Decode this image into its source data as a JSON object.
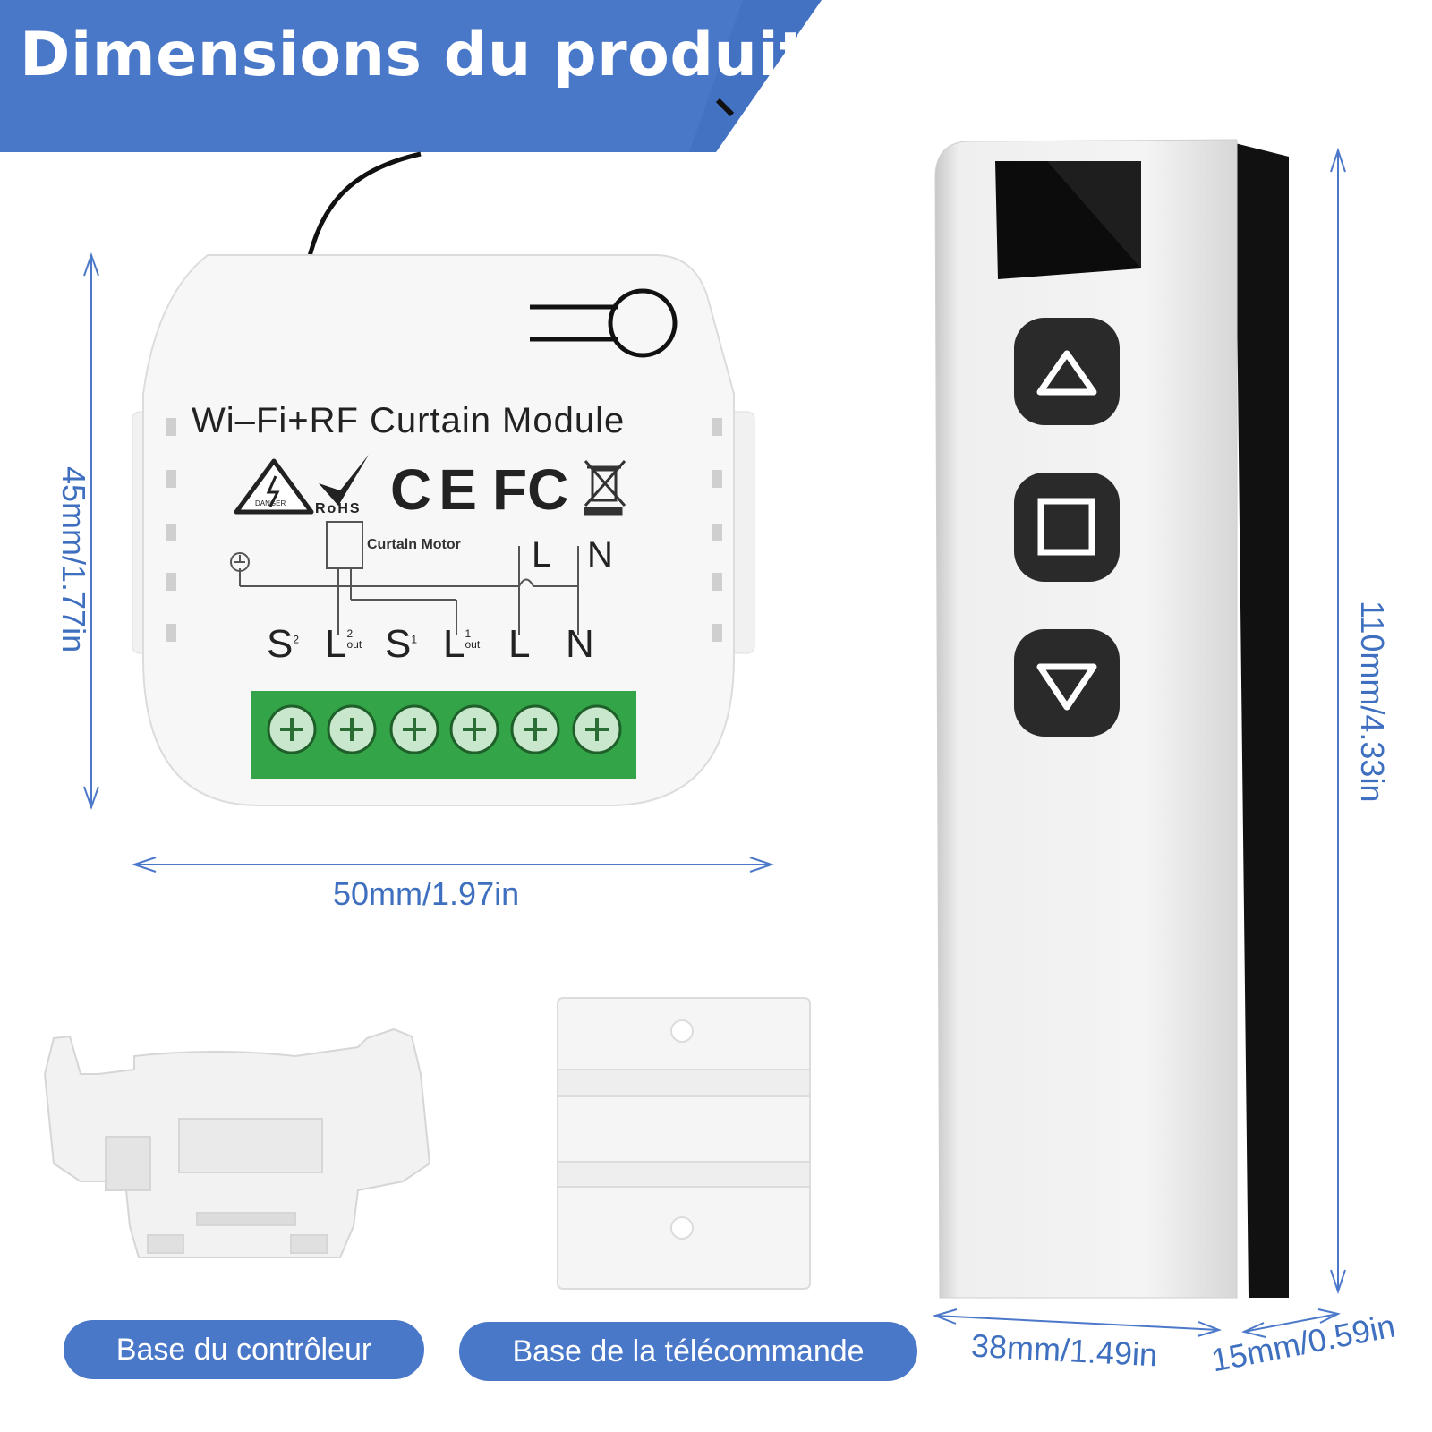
{
  "banner": {
    "title": "Dimensions du produit",
    "color": "#4a78c9"
  },
  "module": {
    "title": "Wi–Fi+RF Curtain Module",
    "rohs": "RoHS",
    "ce": "CE",
    "fcc": "FC",
    "danger": "DANGER",
    "motor_label": "Curtaln Motor",
    "l_label": "L",
    "n_label": "N",
    "terminals": [
      "S",
      "L",
      "S",
      "L",
      "L",
      "N"
    ],
    "terminal_sups": [
      "2",
      "2",
      "1",
      "1"
    ],
    "terminal_subs": [
      "out",
      "out"
    ],
    "terminal_color": "#3aa84a"
  },
  "dimensions": {
    "module_height": "45mm/1.77in",
    "module_width": "50mm/1.97in",
    "remote_height": "110mm/4.33in",
    "remote_width": "38mm/1.49in",
    "remote_depth": "15mm/0.59in",
    "line_color": "#3f6fbf"
  },
  "remote": {
    "buttons": [
      {
        "name": "up-button",
        "icon": "triangle-up-icon"
      },
      {
        "name": "stop-button",
        "icon": "square-icon"
      },
      {
        "name": "down-button",
        "icon": "triangle-down-icon"
      }
    ]
  },
  "labels": {
    "controller_base": "Base du contrôleur",
    "remote_base": "Base de la télécommande"
  }
}
